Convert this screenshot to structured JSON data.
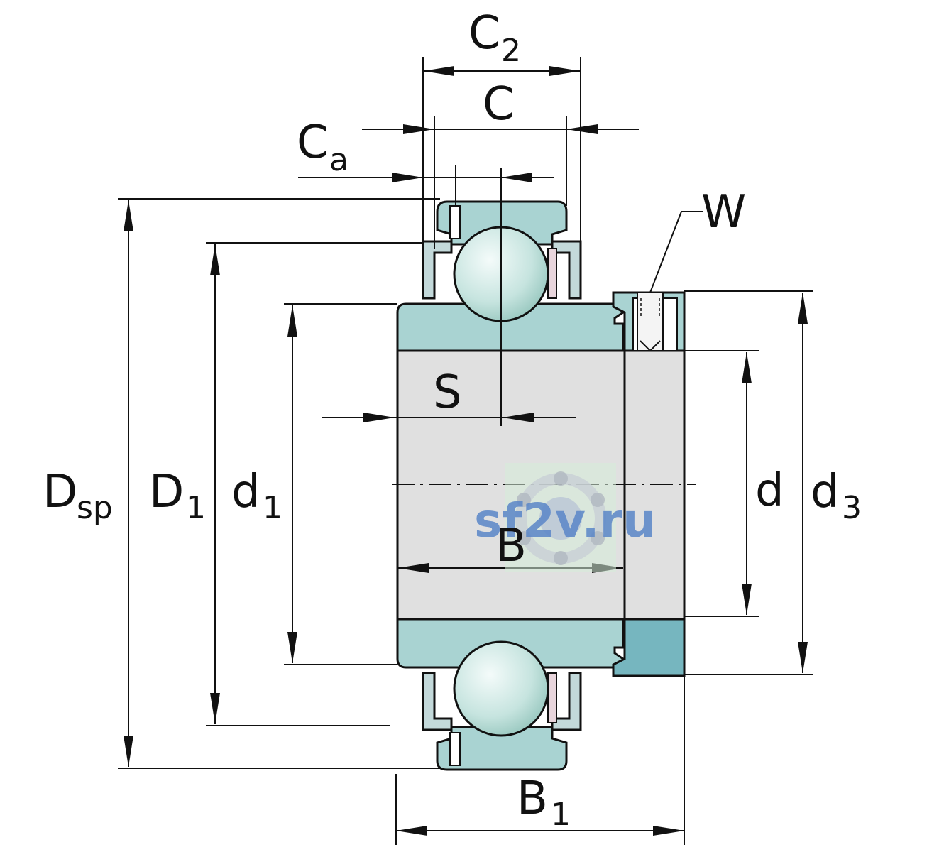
{
  "labels": {
    "c2": "C",
    "c2_sub": "2",
    "c": "C",
    "ca": "C",
    "ca_sub": "a",
    "w": "W",
    "s": "S",
    "dsp": "D",
    "dsp_sub": "sp",
    "d1_cap": "D",
    "d1_cap_sub": "1",
    "d1_small": "d",
    "d1_small_sub": "1",
    "b": "B",
    "d": "d",
    "d3": "d",
    "d3_sub": "3",
    "b1": "B",
    "b1_sub": "1"
  },
  "watermark": {
    "text": "sf2v.ru"
  },
  "colors": {
    "ring": "#a9d3d2",
    "ring_dark": "#76b6bf",
    "ball_light": "#eef7f5",
    "ball_dark": "#9fcfc6",
    "sleeve": "#e0e0e0",
    "seal": "#c3d9da",
    "line": "#111111"
  }
}
